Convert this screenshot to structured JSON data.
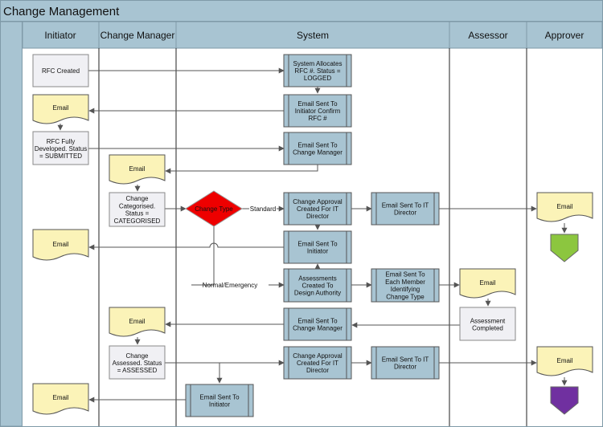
{
  "title": "Change Management",
  "lanes": [
    "Initiator",
    "Change Manager",
    "System",
    "Assessor",
    "Approver"
  ],
  "nodes": {
    "rfc_created": "RFC Created",
    "email_init_1": "Email",
    "rfc_developed": "RFC Fully\nDeveloped. Status\n= SUBMITTED",
    "email_init_2": "Email",
    "email_init_3": "Email",
    "email_cm_1": "Email",
    "change_categorised": "Change\nCategorised.\nStatus =\nCATEGORISED",
    "change_type": "Change Type",
    "email_cm_2": "Email",
    "change_assessed": "Change\nAssessed. Status\n= ASSESSED",
    "sys_allocates": "System Allocates\nRFC #. Status =\nLOGGED",
    "sys_email_confirm": "Email Sent To\nInitiator Confirm\nRFC #",
    "sys_email_cm_1": "Email Sent To\nChange Manager",
    "sys_approval_1": "Change Approval\nCreated For IT\nDirector",
    "sys_email_init_1": "Email Sent To\nInitiator",
    "sys_assessments": "Assessments\nCreated To\nDesign Authority",
    "sys_email_cm_2": "Email Sent To\nChange Manager",
    "sys_approval_2": "Change Approval\nCreated For IT\nDirector",
    "sys_email_init_2": "Email Sent To\nInitiator",
    "sys_email_it_1": "Email Sent To IT\nDirector",
    "sys_email_members": "Email Sent To\nEach Member\nIdentifying\nChange Type",
    "sys_email_it_2": "Email Sent To IT\nDirector",
    "email_assessor": "Email",
    "assessment_completed": "Assessment\nCompleted",
    "email_approver_1": "Email",
    "email_approver_2": "Email"
  },
  "edge_labels": {
    "standard": "Standard",
    "normal_emergency": "Normal/Emergency"
  },
  "colors": {
    "header_bg": "#a8c4d2",
    "process_box": "#a8c4d2",
    "doc": "#fbf3b8",
    "terminal_box": "#f0f0f4",
    "decision": "#ee0000",
    "connector_green": "#8cc63f",
    "connector_purple": "#7030a0",
    "line": "#555555"
  }
}
